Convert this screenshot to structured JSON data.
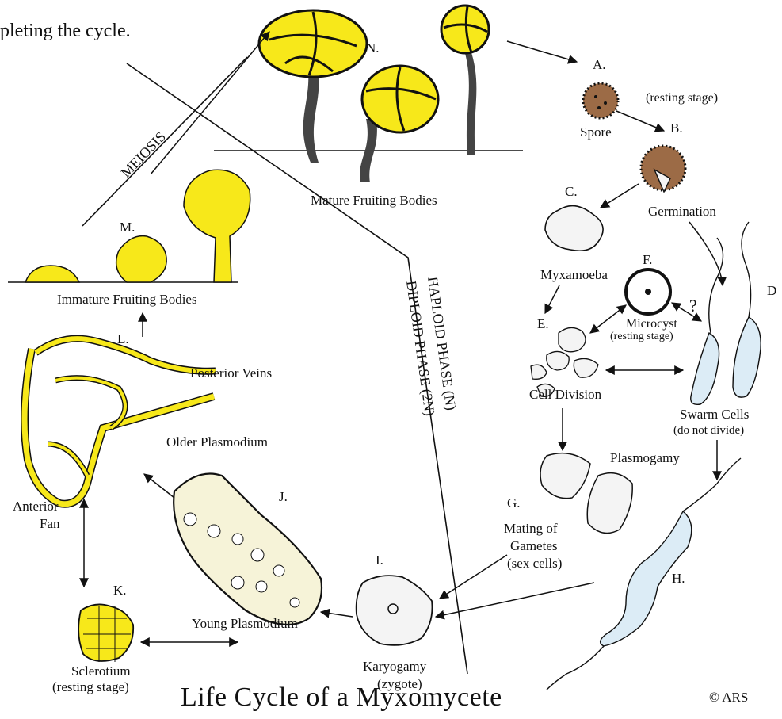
{
  "top_snippet": "pleting the cycle.",
  "title": "Life Cycle of a Myxomycete",
  "copyright": "© ARS",
  "phases": {
    "meiosis": "MEIOSIS",
    "haploid": "HAPLOID PHASE (N)",
    "diploid": "DIPLOID PHASE (2N)"
  },
  "stages": {
    "A": {
      "letter": "A.",
      "note": "(resting stage)",
      "name": "Spore"
    },
    "B": {
      "letter": "B.",
      "name": "Germination"
    },
    "C": {
      "letter": "C.",
      "name": "Myxamoeba"
    },
    "D": {
      "letter": "D"
    },
    "E": {
      "letter": "E.",
      "name": "Cell Division"
    },
    "F": {
      "letter": "F.",
      "name": "Microcyst",
      "note": "(resting stage)",
      "question": "?"
    },
    "swarm": {
      "name": "Swarm Cells",
      "note": "(do not divide)"
    },
    "G": {
      "letter": "G.",
      "plasmogamy": "Plasmogamy",
      "mating_1": "Mating of",
      "mating_2": "Gametes",
      "mating_3": "(sex cells)"
    },
    "H": {
      "letter": "H."
    },
    "I": {
      "letter": "I.",
      "name": "Karyogamy",
      "note": "(zygote)"
    },
    "J": {
      "letter": "J.",
      "name": "Young Plasmodium"
    },
    "K": {
      "letter": "K.",
      "name": "Sclerotium",
      "note": "(resting stage)"
    },
    "L": {
      "letter": "L.",
      "veins": "Posterior Veins",
      "older": "Older Plasmodium",
      "fan_1": "Anterior",
      "fan_2": "Fan"
    },
    "M": {
      "letter": "M.",
      "name": "Immature Fruiting Bodies"
    },
    "N": {
      "letter": "N.",
      "name": "Mature Fruiting Bodies"
    }
  },
  "colors": {
    "yellow": "#f7e81a",
    "brown": "#9c6b46",
    "cell_fill": "#f4f4f4",
    "swarm_fill": "#dcecf6",
    "plasmodium_fill": "#f6f3d8",
    "ink": "#111111"
  }
}
